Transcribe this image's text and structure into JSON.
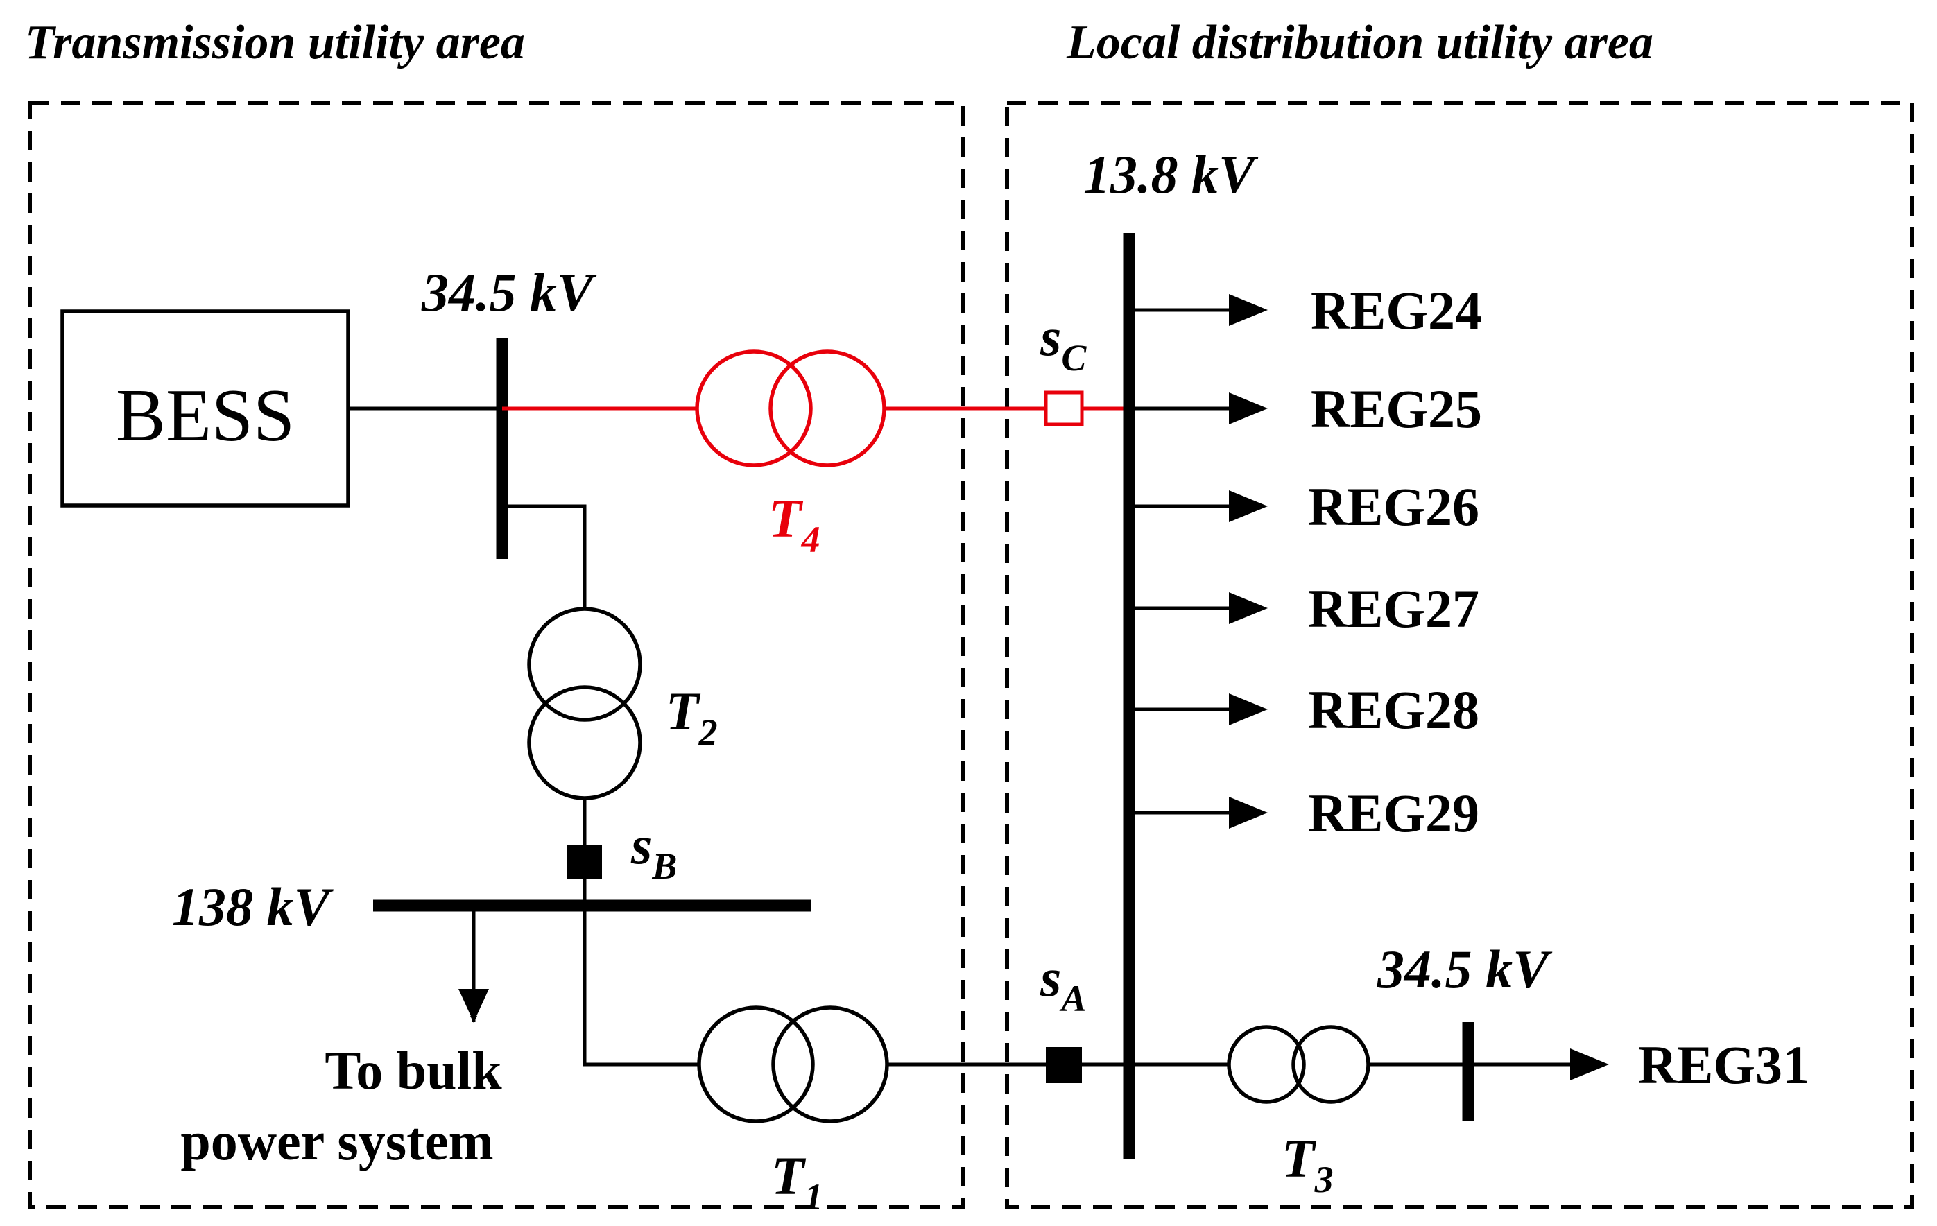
{
  "areas": {
    "transmission_title": "Transmission utility area",
    "distribution_title": "Local distribution utility area"
  },
  "bess": {
    "label": "BESS"
  },
  "buses": {
    "bus_345_left": "34.5 kV",
    "bus_138": "138 kV",
    "bus_138_dist": "13.8 kV",
    "bus_345_right": "34.5 kV"
  },
  "transformers": [
    {
      "id": "T2",
      "main": "T",
      "sub": "2",
      "color": "#000000"
    },
    {
      "id": "T4",
      "main": "T",
      "sub": "4",
      "color": "#e8000b"
    },
    {
      "id": "T1",
      "main": "T",
      "sub": "1",
      "color": "#000000"
    },
    {
      "id": "T3",
      "main": "T",
      "sub": "3",
      "color": "#000000"
    }
  ],
  "switches": [
    {
      "id": "sA",
      "main": "s",
      "sub": "A",
      "state": "closed"
    },
    {
      "id": "sB",
      "main": "s",
      "sub": "B",
      "state": "closed"
    },
    {
      "id": "sC",
      "main": "s",
      "sub": "C",
      "state": "open"
    }
  ],
  "bulk": {
    "line1": "To bulk",
    "line2": "power system"
  },
  "feeders": [
    "REG24",
    "REG25",
    "REG26",
    "REG27",
    "REG28",
    "REG29",
    "REG31"
  ],
  "colors": {
    "highlight": "#e8000b",
    "line": "#000000"
  }
}
